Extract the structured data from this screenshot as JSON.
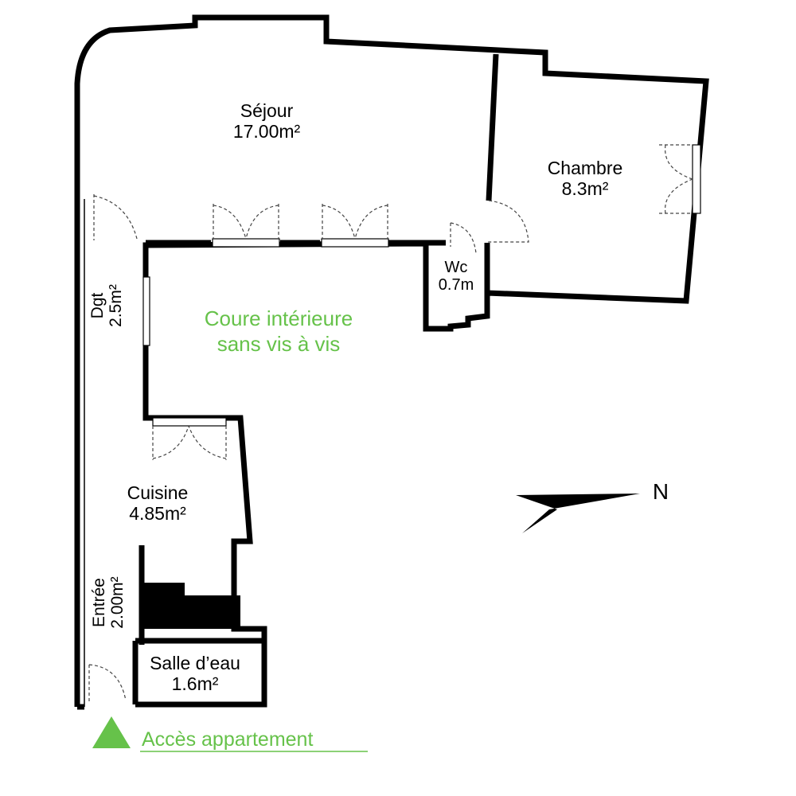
{
  "rooms": {
    "sejour": {
      "name": "Séjour",
      "area": "17.00m²"
    },
    "chambre": {
      "name": "Chambre",
      "area": "8.3m²"
    },
    "wc": {
      "name": "Wc",
      "area": "0.7m"
    },
    "dgt": {
      "name": "Dgt",
      "area": "2.5m²"
    },
    "cuisine": {
      "name": "Cuisine",
      "area": "4.85m²"
    },
    "entree": {
      "name": "Entrée",
      "area": "2.00m²"
    },
    "salle_deau": {
      "name": "Salle d’eau",
      "area": "1.6m²"
    }
  },
  "courtyard": {
    "line1": "Coure intérieure",
    "line2": "sans vis à vis"
  },
  "compass": {
    "label": "N"
  },
  "access": {
    "label": "Accès appartement"
  },
  "colors": {
    "wall": "#000000",
    "annotation": "#66c24a"
  }
}
